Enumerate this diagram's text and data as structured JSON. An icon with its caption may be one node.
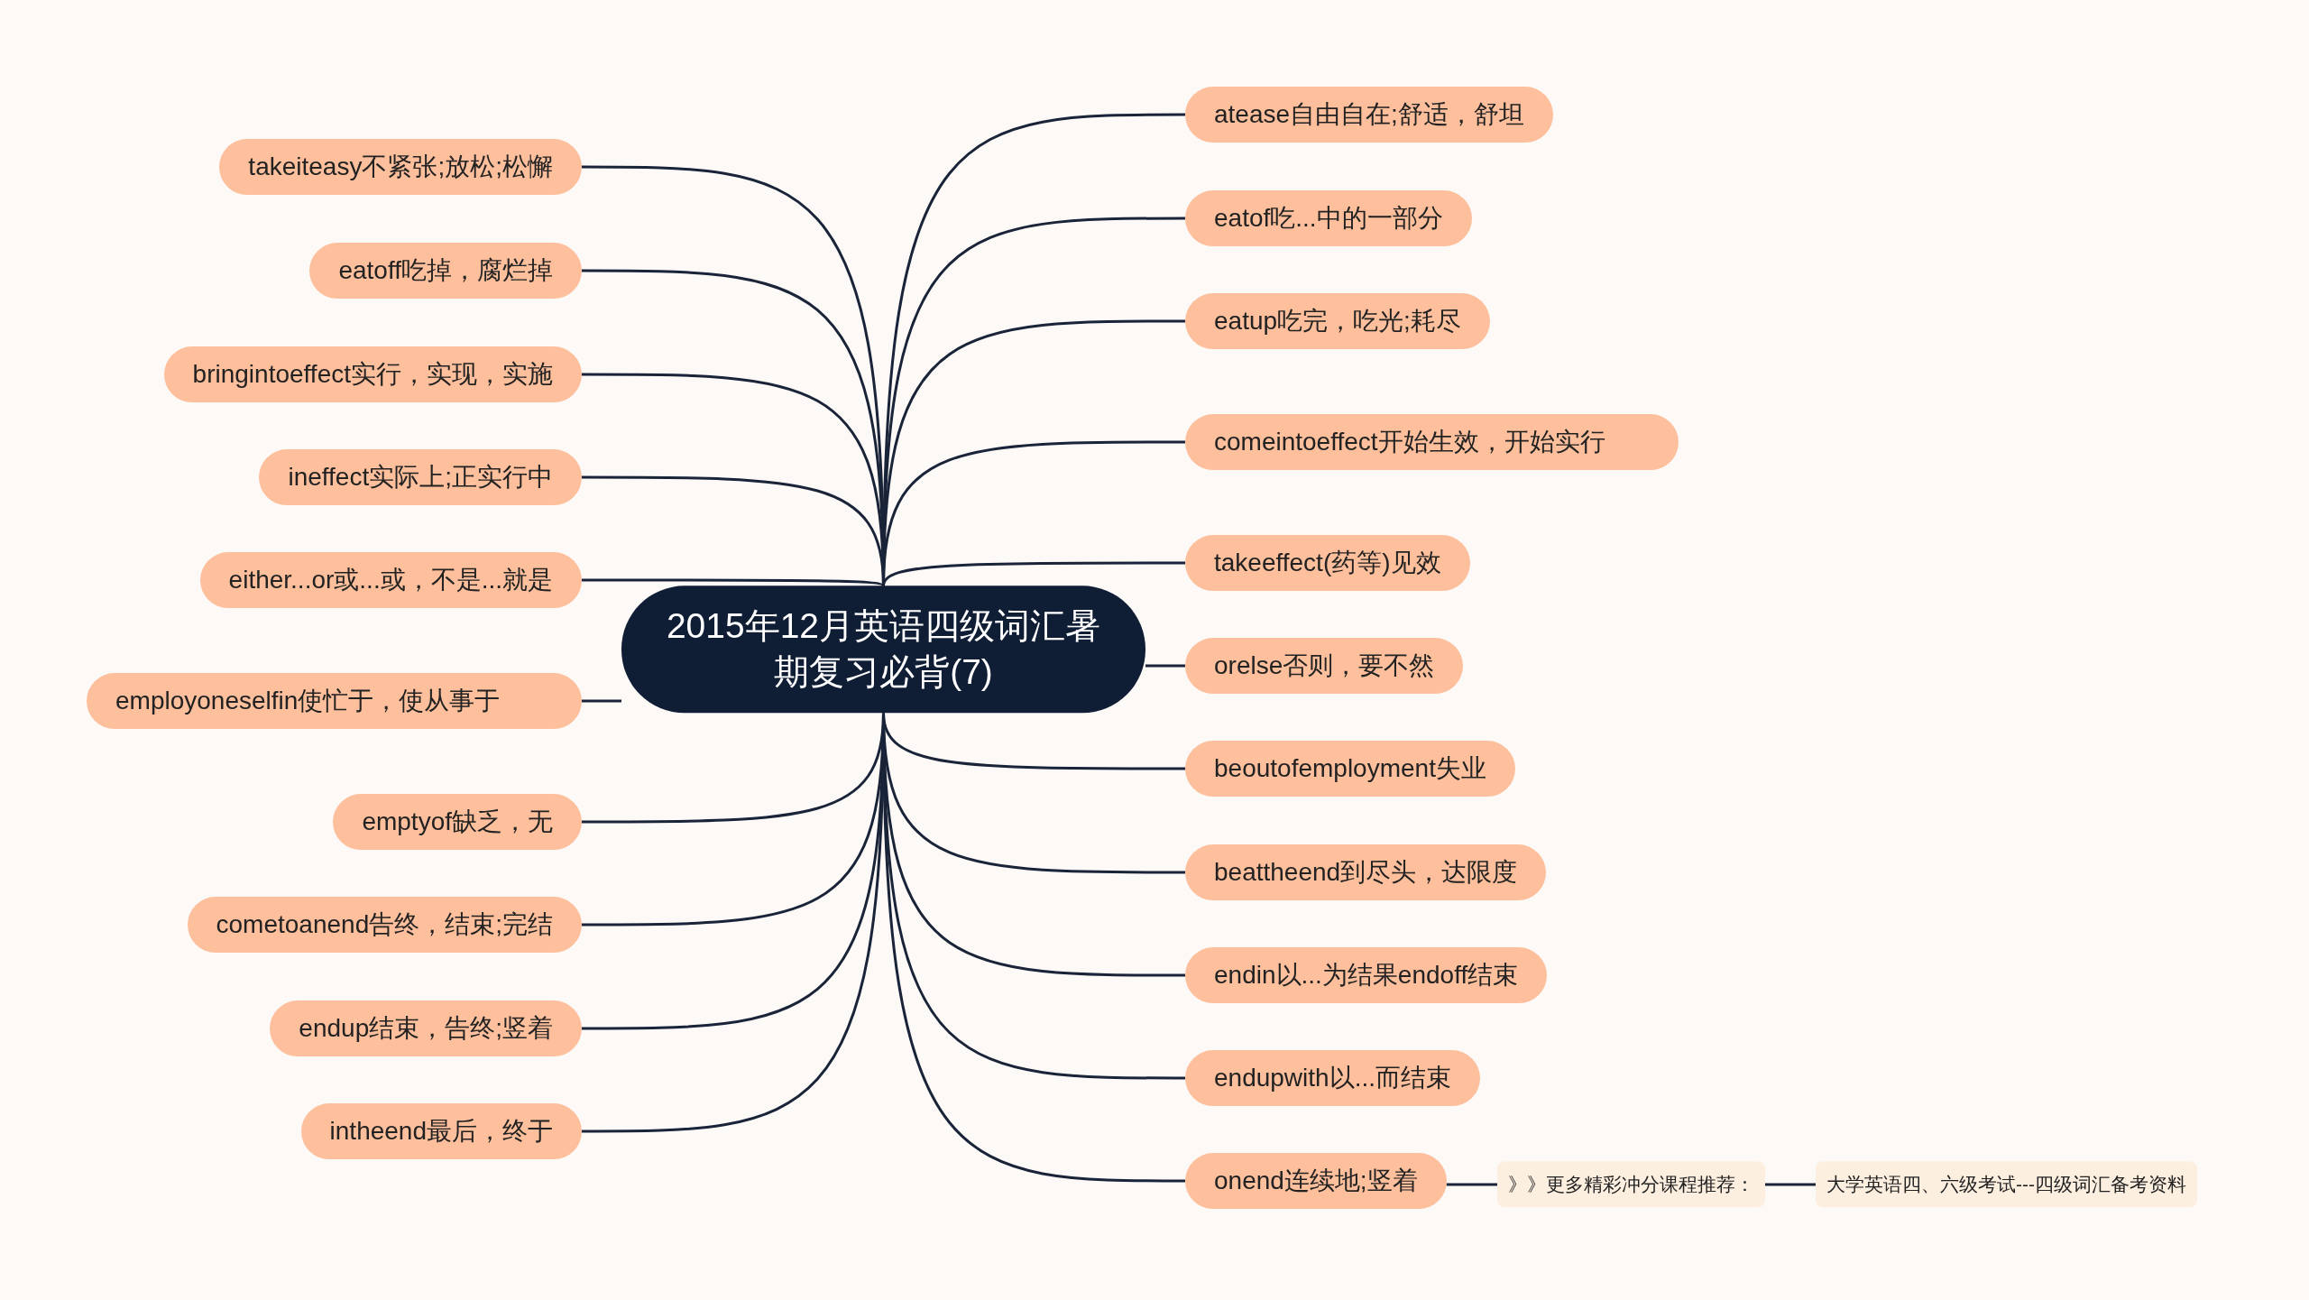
{
  "diagram": {
    "nodes": [
      {
        "text": [
          "2015年12月英语四级词汇暑期复习必背(7)"
        ]
      },
      {
        "text": [
          "takeiteasy不紧张;放松;松懈"
        ]
      },
      {
        "text": [
          "eatoff吃掉，腐烂掉"
        ]
      },
      {
        "text": [
          "bringintoeffect实行，实现，实施"
        ]
      },
      {
        "text": [
          "ineffect实际上;正实行中"
        ]
      },
      {
        "text": [
          "either...or或...或，不是...就是"
        ]
      },
      {
        "text": [
          "employoneselfin使忙于，使从事于"
        ]
      },
      {
        "text": [
          "emptyof缺乏，无"
        ]
      },
      {
        "text": [
          "cometoanend告终，结束;完结"
        ]
      },
      {
        "text": [
          "endup结束，告终;竖着"
        ]
      },
      {
        "text": [
          "intheend最后，终于"
        ]
      },
      {
        "text": [
          "atease自由自在;舒适，舒坦"
        ]
      },
      {
        "text": [
          "eatof吃...中的一部分"
        ]
      },
      {
        "text": [
          "eatup吃完，吃光;耗尽"
        ]
      },
      {
        "text": [
          "comeintoeffect开始生效，开始实行"
        ]
      },
      {
        "text": [
          "takeeffect(药等)见效"
        ]
      },
      {
        "text": [
          "orelse否则，要不然"
        ]
      },
      {
        "text": [
          "beoutofemployment失业"
        ]
      },
      {
        "text": [
          "beattheend到尽头，达限度"
        ]
      },
      {
        "text": [
          "endin以...为结果endoff结束"
        ]
      },
      {
        "text": [
          "endupwith以...而结束"
        ]
      },
      {
        "text": [
          "onend连续地;竖着"
        ]
      },
      {
        "text": [
          "》》更多精彩冲分课程推荐："
        ]
      },
      {
        "text": [
          "大学英语四、六级考试---四级词汇备考资料"
        ]
      }
    ],
    "edges": [
      {
        "from": 0,
        "to": 1,
        "arrow": "none"
      },
      {
        "from": 0,
        "to": 2,
        "arrow": "none"
      },
      {
        "from": 0,
        "to": 3,
        "arrow": "none"
      },
      {
        "from": 0,
        "to": 4,
        "arrow": "none"
      },
      {
        "from": 0,
        "to": 5,
        "arrow": "none"
      },
      {
        "from": 0,
        "to": 6,
        "arrow": "none"
      },
      {
        "from": 0,
        "to": 7,
        "arrow": "none"
      },
      {
        "from": 0,
        "to": 8,
        "arrow": "none"
      },
      {
        "from": 0,
        "to": 9,
        "arrow": "none"
      },
      {
        "from": 0,
        "to": 10,
        "arrow": "none"
      },
      {
        "from": 0,
        "to": 11,
        "arrow": "none"
      },
      {
        "from": 0,
        "to": 12,
        "arrow": "none"
      },
      {
        "from": 0,
        "to": 13,
        "arrow": "none"
      },
      {
        "from": 0,
        "to": 14,
        "arrow": "none"
      },
      {
        "from": 0,
        "to": 15,
        "arrow": "none"
      },
      {
        "from": 0,
        "to": 16,
        "arrow": "none"
      },
      {
        "from": 0,
        "to": 17,
        "arrow": "none"
      },
      {
        "from": 0,
        "to": 18,
        "arrow": "none"
      },
      {
        "from": 0,
        "to": 19,
        "arrow": "none"
      },
      {
        "from": 0,
        "to": 20,
        "arrow": "none"
      },
      {
        "from": 0,
        "to": 21,
        "arrow": "none"
      },
      {
        "from": 21,
        "to": 22,
        "arrow": "none"
      },
      {
        "from": 22,
        "to": 23,
        "arrow": "none"
      }
    ]
  }
}
